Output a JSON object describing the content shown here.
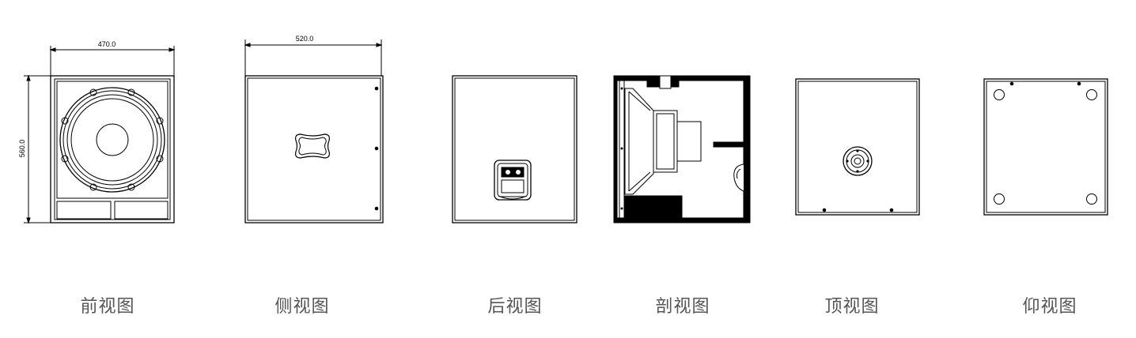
{
  "dimensions": {
    "front_width": "470.0",
    "front_height": "560.0",
    "side_depth": "520.0"
  },
  "views": [
    {
      "key": "front",
      "label": "前视图"
    },
    {
      "key": "side",
      "label": "侧视图"
    },
    {
      "key": "back",
      "label": "后视图"
    },
    {
      "key": "section",
      "label": "剖视图"
    },
    {
      "key": "top",
      "label": "顶视图"
    },
    {
      "key": "bottom",
      "label": "仰视图"
    }
  ],
  "colors": {
    "line": "#000000",
    "caption": "#555555",
    "fill": "#ffffff"
  }
}
